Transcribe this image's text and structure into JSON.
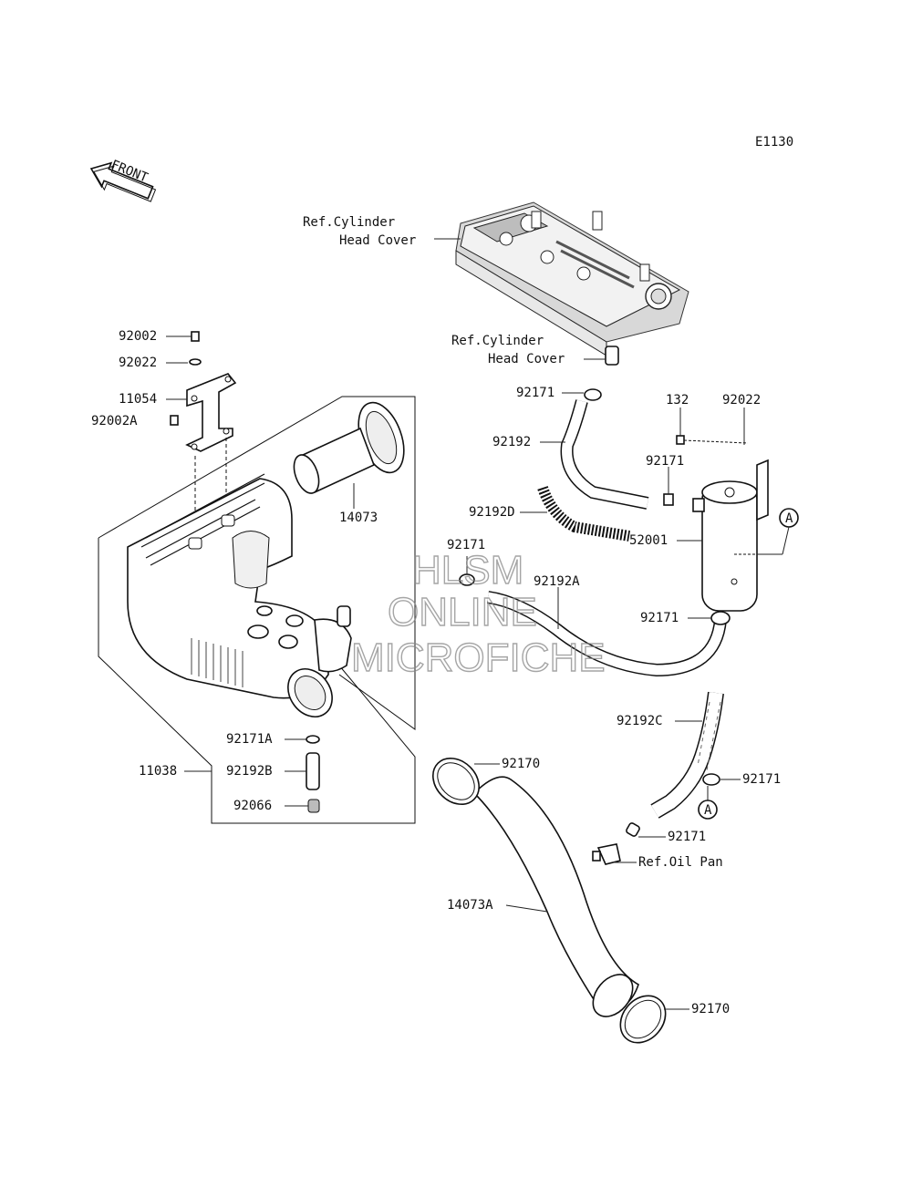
{
  "diagram": {
    "code": "E1130",
    "front_label": "FRONT",
    "watermark": [
      "HLSM",
      "ONLINE",
      "MICROFICHE"
    ],
    "refs": {
      "cyl_head_1_line1": "Ref.Cylinder",
      "cyl_head_1_line2": "Head Cover",
      "cyl_head_2_line1": "Ref.Cylinder",
      "cyl_head_2_line2": "Head Cover",
      "oil_pan": "Ref.Oil Pan"
    },
    "part_numbers": {
      "p92002": "92002",
      "p92022_left": "92022",
      "p11054": "11054",
      "p92002A": "92002A",
      "p14073": "14073",
      "p11038": "11038",
      "p92171A": "92171A",
      "p92192B": "92192B",
      "p92066": "92066",
      "p92170_top": "92170",
      "p92170_bottom": "92170",
      "p14073A": "14073A",
      "p92171_top": "92171",
      "p92192": "92192",
      "p132": "132",
      "p92022_right": "92022",
      "p92171_mid": "92171",
      "p92192D": "92192D",
      "p52001": "52001",
      "p92171_center": "92171",
      "p92192A": "92192A",
      "p92171_right": "92171",
      "p92192C": "92192C",
      "p92171_lower": "92171",
      "p92171_bottom": "92171"
    },
    "markers": {
      "a_top": "A",
      "a_bottom": "A"
    }
  }
}
